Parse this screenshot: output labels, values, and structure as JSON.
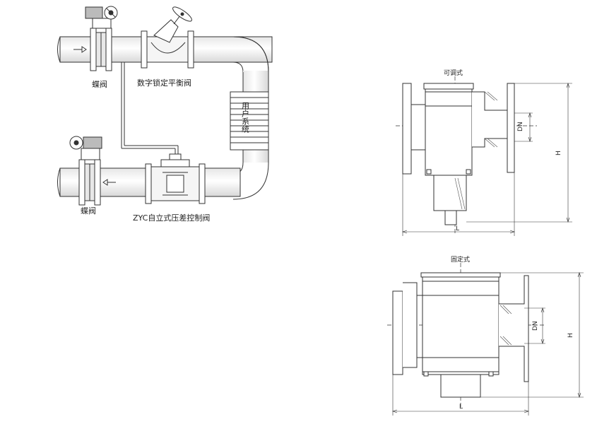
{
  "installation": {
    "butterfly_valve_top": "蝶阀",
    "butterfly_valve_bottom": "蝶阀",
    "balance_valve": "数字锁定平衡阀",
    "diff_pressure_valve": "ZYC自立式压差控制阀",
    "user_system": "用户系统"
  },
  "adjustable": {
    "title": "可调式",
    "dn": "DN",
    "h": "H",
    "l": "L"
  },
  "fixed": {
    "title": "固定式",
    "dn": "DN",
    "h": "H",
    "l": "L"
  },
  "colors": {
    "pipe_fill": "#f2f2f2",
    "stroke": "#333333",
    "hatch": "#555555"
  }
}
